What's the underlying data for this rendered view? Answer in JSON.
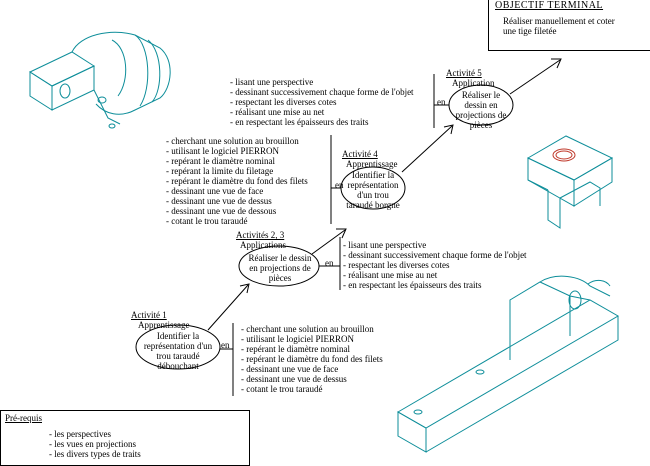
{
  "objective": {
    "title": "OBJECTIF TERMINAL",
    "text": "Réaliser manuellement et coter une tige filetée"
  },
  "prerequis": {
    "title": "Pré-requis",
    "items": [
      "les perspectives",
      "les vues en projections",
      "les divers types de traits"
    ]
  },
  "a1": {
    "title": "Activité 1",
    "subtitle": "Apprentissage",
    "bubble": "Identifier la représentation d'un trou taraudé débouchant",
    "en": "en",
    "items": [
      "cherchant une solution au brouillon",
      "utilisant le logiciel PIERRON",
      "repérant le diamètre nominal",
      "repérant le diamètre du fond des filets",
      "dessinant une vue de face",
      "dessinant une vue de dessus",
      "cotant le trou taraudé"
    ]
  },
  "a23": {
    "title": "Activités 2, 3",
    "subtitle": "Applications",
    "bubble": "Réaliser le dessin en projections de pièces",
    "en": "en",
    "items": [
      "lisant une perspective",
      "dessinant successivement chaque forme de l'objet",
      "respectant les diverses cotes",
      "réalisant une mise au net",
      "en respectant les épaisseurs des traits"
    ]
  },
  "a4": {
    "title": "Activité 4",
    "subtitle": "Apprentissage",
    "bubble": "Identifier la représentation d'un trou taraudé borgne",
    "en": "en",
    "items": [
      "cherchant une solution au brouillon",
      "utilisant le logiciel PIERRON",
      "repérant le diamètre nominal",
      "repérant la limite du filetage",
      "repérant le diamètre du fond des filets",
      "dessinant une vue de face",
      "dessinant une vue de dessus",
      "dessinant une vue de dessous",
      "cotant le trou taraudé"
    ]
  },
  "a5": {
    "title": "Activité 5",
    "subtitle": "Application",
    "bubble": "Réaliser le dessin en projections de pièces",
    "en": "en",
    "items": [
      "lisant une perspective",
      "dessinant successivement chaque forme de l'objet",
      "respectant les diverses cotes",
      "réalisant une mise au net",
      "en respectant les épaisseurs des traits"
    ]
  },
  "colors": {
    "drawing": "#0e8e9a",
    "hole": "#c0392b",
    "ink": "#000000"
  }
}
